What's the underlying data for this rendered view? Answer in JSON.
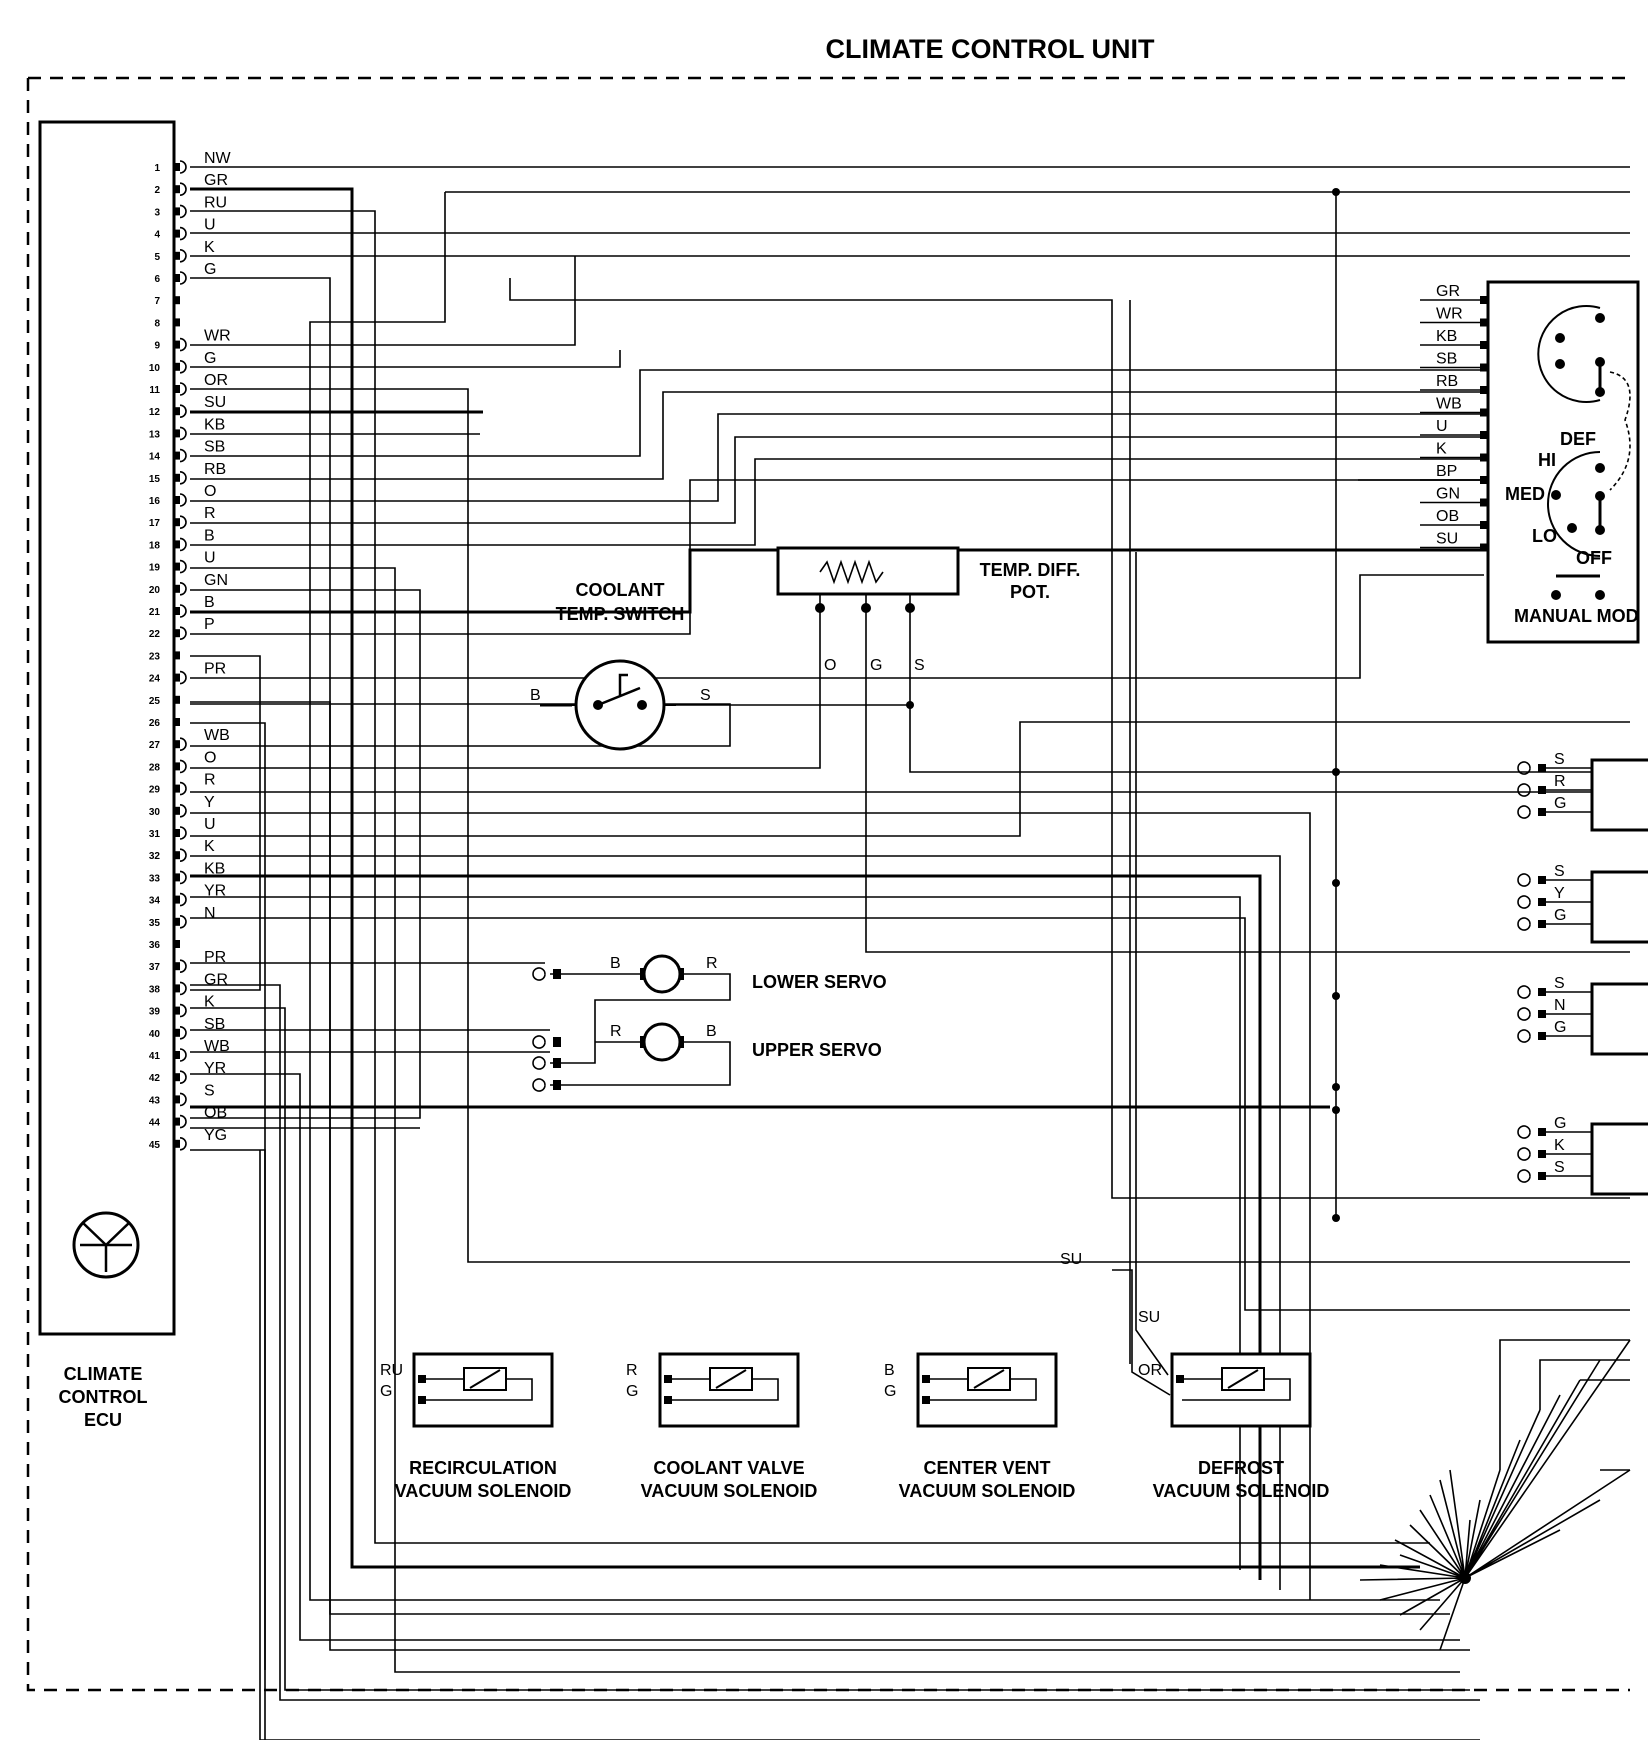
{
  "title": "CLIMATE CONTROL UNIT",
  "ecu": {
    "label_lines": [
      "CLIMATE",
      "CONTROL",
      "ECU"
    ],
    "pins": [
      {
        "n": "1",
        "wire": "NW"
      },
      {
        "n": "2",
        "wire": "GR"
      },
      {
        "n": "3",
        "wire": "RU"
      },
      {
        "n": "4",
        "wire": "U"
      },
      {
        "n": "5",
        "wire": "K"
      },
      {
        "n": "6",
        "wire": "G"
      },
      {
        "n": "7",
        "wire": ""
      },
      {
        "n": "8",
        "wire": ""
      },
      {
        "n": "9",
        "wire": "WR"
      },
      {
        "n": "10",
        "wire": "G"
      },
      {
        "n": "11",
        "wire": "OR"
      },
      {
        "n": "12",
        "wire": "SU"
      },
      {
        "n": "13",
        "wire": "KB"
      },
      {
        "n": "14",
        "wire": "SB"
      },
      {
        "n": "15",
        "wire": "RB"
      },
      {
        "n": "16",
        "wire": "O"
      },
      {
        "n": "17",
        "wire": "R"
      },
      {
        "n": "18",
        "wire": "B"
      },
      {
        "n": "19",
        "wire": "U"
      },
      {
        "n": "20",
        "wire": "GN"
      },
      {
        "n": "21",
        "wire": "B"
      },
      {
        "n": "22",
        "wire": "P"
      },
      {
        "n": "23",
        "wire": ""
      },
      {
        "n": "24",
        "wire": "PR"
      },
      {
        "n": "25",
        "wire": ""
      },
      {
        "n": "26",
        "wire": ""
      },
      {
        "n": "27",
        "wire": "WB"
      },
      {
        "n": "28",
        "wire": "O"
      },
      {
        "n": "29",
        "wire": "R"
      },
      {
        "n": "30",
        "wire": "Y"
      },
      {
        "n": "31",
        "wire": "U"
      },
      {
        "n": "32",
        "wire": "K"
      },
      {
        "n": "33",
        "wire": "KB"
      },
      {
        "n": "34",
        "wire": "YR"
      },
      {
        "n": "35",
        "wire": "N"
      },
      {
        "n": "36",
        "wire": ""
      },
      {
        "n": "37",
        "wire": "PR"
      },
      {
        "n": "38",
        "wire": "GR"
      },
      {
        "n": "39",
        "wire": "K"
      },
      {
        "n": "40",
        "wire": "SB"
      },
      {
        "n": "41",
        "wire": "WB"
      },
      {
        "n": "42",
        "wire": "YR"
      },
      {
        "n": "43",
        "wire": "S"
      },
      {
        "n": "44",
        "wire": "OB"
      },
      {
        "n": "45",
        "wire": "YG"
      }
    ]
  },
  "manual_control": {
    "label": "MANUAL MOD",
    "wires": [
      "GR",
      "WR",
      "KB",
      "SB",
      "RB",
      "WB",
      "U",
      "K",
      "BP",
      "GN",
      "OB",
      "SU"
    ],
    "positions": [
      "DEF",
      "HI",
      "MED",
      "LO",
      "OFF"
    ]
  },
  "coolant_switch": {
    "lines": [
      "COOLANT",
      "TEMP. SWITCH"
    ],
    "left": "B",
    "right": "S"
  },
  "temp_pot": {
    "lines": [
      "TEMP. DIFF.",
      "POT."
    ],
    "wires": [
      "O",
      "G",
      "S"
    ]
  },
  "servos": {
    "lower": {
      "label": "LOWER SERVO",
      "left": "B",
      "right": "R"
    },
    "upper": {
      "label": "UPPER SERVO",
      "left": "R",
      "right": "B"
    }
  },
  "right_connectors": [
    {
      "wires": [
        "S",
        "R",
        "G"
      ]
    },
    {
      "wires": [
        "S",
        "Y",
        "G"
      ]
    },
    {
      "wires": [
        "S",
        "N",
        "G"
      ]
    },
    {
      "wires": [
        "G",
        "K",
        "S"
      ]
    }
  ],
  "solenoids": [
    {
      "lines": [
        "RECIRCULATION",
        "VACUUM SOLENOID"
      ],
      "wires": [
        "RU",
        "G"
      ]
    },
    {
      "lines": [
        "COOLANT VALVE",
        "VACUUM SOLENOID"
      ],
      "wires": [
        "R",
        "G"
      ]
    },
    {
      "lines": [
        "CENTER VENT",
        "VACUUM SOLENOID"
      ],
      "wires": [
        "B",
        "G"
      ]
    },
    {
      "lines": [
        "DEFROST",
        "VACUUM SOLENOID"
      ],
      "wires": [
        "OR"
      ]
    }
  ],
  "wire_tags": {
    "su1": "SU",
    "su2": "SU"
  }
}
